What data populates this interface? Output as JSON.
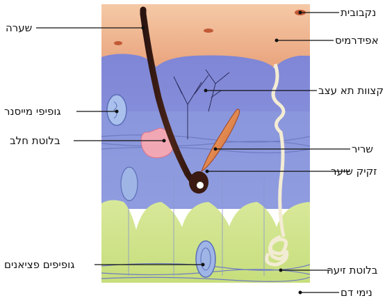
{
  "labels": {
    "pore": "נקבובית",
    "epidermis": "אפידרמיס",
    "nerve_endings": "קצוות תא עצב",
    "muscle": "שריר",
    "follicle": "זקיק שיער",
    "sweat_gland": "בלוטת זיעה",
    "blood_vessels": "נימי דם",
    "hair": "שערה",
    "meissner": "גופיפי מייסנר",
    "sebaceous": "בלוטת חלב",
    "pacinian": "גופיפים פציאנים"
  }
}
